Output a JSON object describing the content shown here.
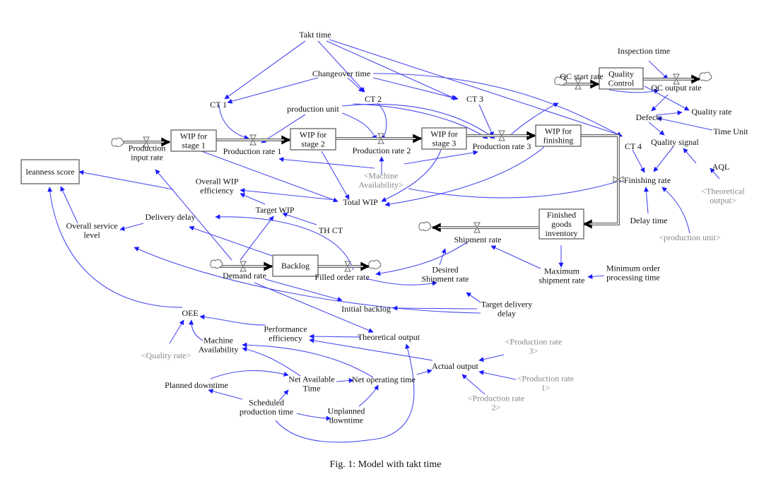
{
  "caption": "Fig. 1: Model with takt time",
  "colors": {
    "link": "#4a4af0",
    "arrowhead": "#1a1aff",
    "shadow_text": "#888888",
    "text": "#111111",
    "pipe": "#666666"
  },
  "stocks": [
    {
      "id": "leanness",
      "lines": [
        "leanness score"
      ]
    },
    {
      "id": "wip1",
      "lines": [
        "WIP for",
        "stage 1"
      ]
    },
    {
      "id": "wip2",
      "lines": [
        "WIP for",
        "stage 2"
      ]
    },
    {
      "id": "wip3",
      "lines": [
        "WIP for",
        "stage 3"
      ]
    },
    {
      "id": "wipf",
      "lines": [
        "WIP for",
        "finishing"
      ]
    },
    {
      "id": "qc",
      "lines": [
        "Quality",
        "Control"
      ]
    },
    {
      "id": "fgi",
      "lines": [
        "Finished",
        "goods",
        "inventory"
      ]
    },
    {
      "id": "backlog",
      "lines": [
        "Backlog"
      ]
    }
  ],
  "variables": [
    {
      "id": "takt",
      "lines": [
        "Takt time"
      ]
    },
    {
      "id": "changeover",
      "lines": [
        "Changeover time"
      ]
    },
    {
      "id": "ct1",
      "lines": [
        "CT 1"
      ]
    },
    {
      "id": "ct2",
      "lines": [
        "CT 2"
      ]
    },
    {
      "id": "ct3",
      "lines": [
        "CT 3"
      ]
    },
    {
      "id": "ct4",
      "lines": [
        "CT 4"
      ]
    },
    {
      "id": "produnit",
      "lines": [
        "production unit"
      ]
    },
    {
      "id": "pir",
      "lines": [
        "Production",
        "input rate"
      ]
    },
    {
      "id": "pr1",
      "lines": [
        "Production rate 1"
      ]
    },
    {
      "id": "pr2",
      "lines": [
        "Production rate 2"
      ]
    },
    {
      "id": "pr3",
      "lines": [
        "Production rate 3"
      ]
    },
    {
      "id": "inspection",
      "lines": [
        "Inspection time"
      ]
    },
    {
      "id": "qcstart",
      "lines": [
        "QC start rate"
      ]
    },
    {
      "id": "qcout",
      "lines": [
        "QC output rate"
      ]
    },
    {
      "id": "defects",
      "lines": [
        "Defects"
      ]
    },
    {
      "id": "qrate",
      "lines": [
        "Quality rate"
      ]
    },
    {
      "id": "timeunit",
      "lines": [
        "Time Unit"
      ]
    },
    {
      "id": "qsignal",
      "lines": [
        "Quality signal"
      ]
    },
    {
      "id": "aql",
      "lines": [
        "AQL"
      ]
    },
    {
      "id": "finrate",
      "lines": [
        "Finishing rate"
      ]
    },
    {
      "id": "delaytime",
      "lines": [
        "Delay time"
      ]
    },
    {
      "id": "owip",
      "lines": [
        "Overall WIP",
        "efficiency"
      ]
    },
    {
      "id": "totalwip",
      "lines": [
        "Total WIP"
      ]
    },
    {
      "id": "targetwip",
      "lines": [
        "Target WIP"
      ]
    },
    {
      "id": "thct",
      "lines": [
        "TH CT"
      ]
    },
    {
      "id": "deldelay",
      "lines": [
        "Delivery delay"
      ]
    },
    {
      "id": "osl",
      "lines": [
        "Overall service",
        "level"
      ]
    },
    {
      "id": "demand",
      "lines": [
        "Demand rate"
      ]
    },
    {
      "id": "filled",
      "lines": [
        "Filled order rate"
      ]
    },
    {
      "id": "shiprate",
      "lines": [
        "Shipment rate"
      ]
    },
    {
      "id": "desship",
      "lines": [
        "Desired",
        "Shipment rate"
      ]
    },
    {
      "id": "maxship",
      "lines": [
        "Maximum",
        "shipment rate"
      ]
    },
    {
      "id": "minorder",
      "lines": [
        "Minimum order",
        "processing time"
      ]
    },
    {
      "id": "initbacklog",
      "lines": [
        "Initial backlog"
      ]
    },
    {
      "id": "tdd",
      "lines": [
        "Target delivery",
        "delay"
      ]
    },
    {
      "id": "oee",
      "lines": [
        "OEE"
      ]
    },
    {
      "id": "perfeff",
      "lines": [
        "Performance",
        "efficiency"
      ]
    },
    {
      "id": "theoout",
      "lines": [
        "Theoretical output"
      ]
    },
    {
      "id": "machavail",
      "lines": [
        "Machine",
        "Availability"
      ]
    },
    {
      "id": "netavail",
      "lines": [
        "Net Available",
        "Time"
      ]
    },
    {
      "id": "netop",
      "lines": [
        "Net operating time"
      ]
    },
    {
      "id": "actual",
      "lines": [
        "Actual output"
      ]
    },
    {
      "id": "planned",
      "lines": [
        "Planned downtime"
      ]
    },
    {
      "id": "sched",
      "lines": [
        "Scheduled",
        "production time"
      ]
    },
    {
      "id": "unplanned",
      "lines": [
        "Unplanned",
        "downtime"
      ]
    }
  ],
  "shadow_variables": [
    {
      "id": "sh_machavail",
      "lines": [
        "<Machine",
        "Availability>"
      ]
    },
    {
      "id": "sh_theo",
      "lines": [
        "<Theoretical",
        "output>"
      ]
    },
    {
      "id": "sh_produnit",
      "lines": [
        "<production unit>"
      ]
    },
    {
      "id": "sh_qrate",
      "lines": [
        "<Quality rate>"
      ]
    },
    {
      "id": "sh_pr3",
      "lines": [
        "<Production rate",
        "3>"
      ]
    },
    {
      "id": "sh_pr1",
      "lines": [
        "<Production rate",
        "1>"
      ]
    },
    {
      "id": "sh_pr2",
      "lines": [
        "<Production rate",
        "2>"
      ]
    }
  ]
}
